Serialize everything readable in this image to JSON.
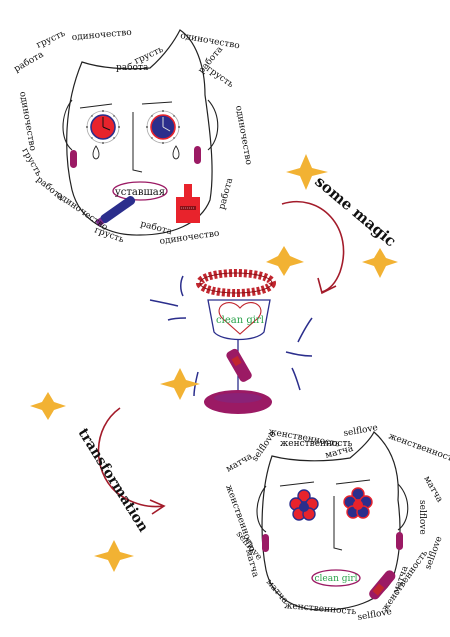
{
  "colors": {
    "red": "#e8232c",
    "navy": "#2b2e8c",
    "magenta": "#9b1a64",
    "purple": "#7a2a8a",
    "green": "#2aa24a",
    "star": "#f2b233",
    "dark_red": "#a31b2a"
  },
  "top_face": {
    "label": "уставшая",
    "ring_words": [
      "грусть",
      "работа",
      "одиночество",
      "грусть",
      "одиночество",
      "работа",
      "грусть",
      "одиночество",
      "работа",
      "одиночество",
      "грусть",
      "работа",
      "одиночество",
      "грусть",
      "работа",
      "одиночество",
      "работа"
    ]
  },
  "arrow_labels": {
    "upper": "some magic",
    "lower": "transformation"
  },
  "cup": {
    "label": "clean girl"
  },
  "bottom_face": {
    "label": "clean girl",
    "ring_words": [
      "женственность",
      "матча",
      "selflove",
      "женственность",
      "матча",
      "selflove",
      "женственность",
      "матча",
      "selflove",
      "женственность",
      "матча",
      "selflove",
      "женственность",
      "матча",
      "selflove",
      "женственность",
      "матча",
      "selflove"
    ]
  }
}
